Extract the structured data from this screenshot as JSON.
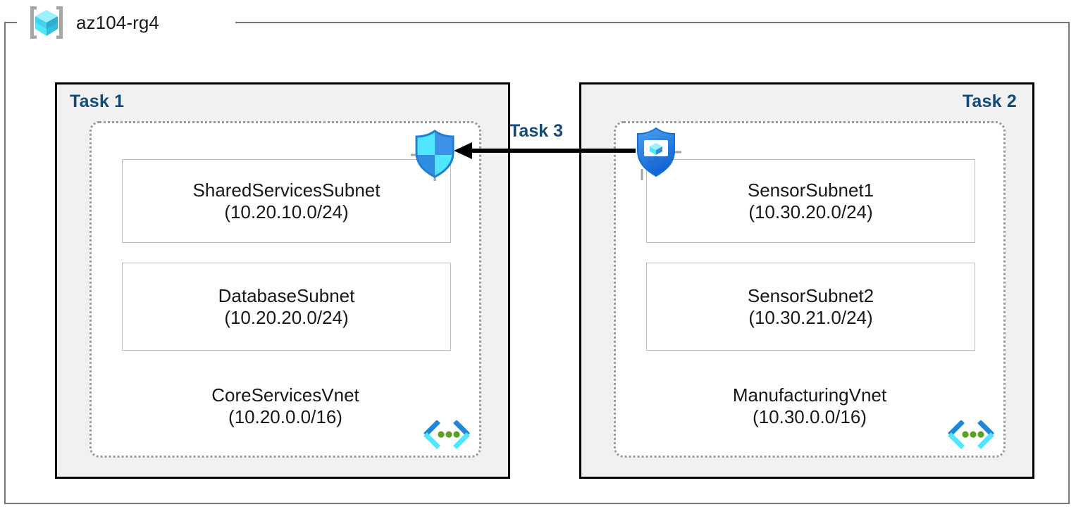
{
  "diagram": {
    "type": "azure-network-architecture",
    "resource_group": {
      "name": "az104-rg4",
      "icon": "resource-group-cube-icon"
    },
    "colors": {
      "task_label": "#14497b",
      "panel_fill": "#f1f1f1",
      "panel_border": "#000000",
      "vnet_border": "#9a9a9a",
      "subnet_border": "#bdbdbd",
      "frame_border": "#77777a",
      "azure_blue": "#0078d4",
      "azure_cyan": "#50e6ff",
      "vnet_glyph_dot": "#5e9e24"
    },
    "tasks": [
      {
        "id": "task-1",
        "label": "Task 1",
        "align": "left",
        "vnet": {
          "name": "CoreServicesVnet",
          "cidr": "(10.20.0.0/16)",
          "icon": "vnet-icon",
          "subnets": [
            {
              "name": "SharedServicesSubnet",
              "cidr": "(10.20.10.0/24)"
            },
            {
              "name": "DatabaseSubnet",
              "cidr": "(10.20.20.0/24)"
            }
          ]
        }
      },
      {
        "id": "task-2",
        "label": "Task 2",
        "align": "right",
        "vnet": {
          "name": "ManufacturingVnet",
          "cidr": "(10.30.0.0/16)",
          "icon": "vnet-icon",
          "subnets": [
            {
              "name": "SensorSubnet1",
              "cidr": "(10.30.20.0/24)"
            },
            {
              "name": "SensorSubnet2",
              "cidr": "(10.30.21.0/24)"
            }
          ]
        }
      }
    ],
    "connection": {
      "label": "Task 3",
      "direction": "right-to-left",
      "source_icon": "bastion-shield-icon",
      "target_icon": "firewall-shield-icon"
    },
    "icons": {
      "firewall": "firewall-shield-icon",
      "bastion": "bastion-shield-icon"
    }
  }
}
